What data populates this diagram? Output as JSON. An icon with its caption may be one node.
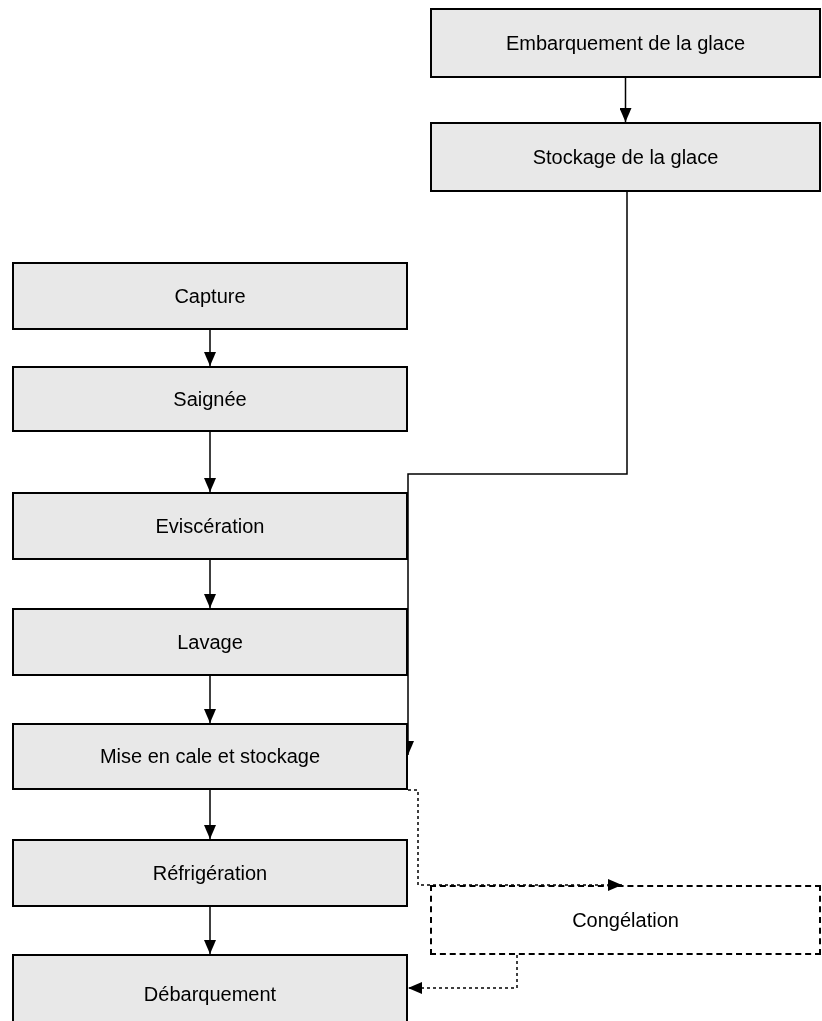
{
  "diagram": {
    "nodes": [
      {
        "text": [
          "Embarquement de la glace"
        ]
      },
      {
        "text": [
          "Stockage de la glace"
        ]
      },
      {
        "text": [
          "Capture"
        ]
      },
      {
        "text": [
          "Saignée"
        ]
      },
      {
        "text": [
          "Eviscération"
        ]
      },
      {
        "text": [
          "Lavage"
        ]
      },
      {
        "text": [
          "Mise en cale et stockage"
        ]
      },
      {
        "text": [
          "Réfrigération"
        ]
      },
      {
        "text": [
          "Congélation"
        ]
      },
      {
        "text": [
          "Débarquement"
        ]
      }
    ],
    "edges": [
      {
        "from": 0,
        "to": 1,
        "arrow": "to"
      },
      {
        "from": 1,
        "to": 6,
        "arrow": "to"
      },
      {
        "from": 2,
        "to": 3,
        "arrow": "to"
      },
      {
        "from": 3,
        "to": 4,
        "arrow": "to"
      },
      {
        "from": 4,
        "to": 5,
        "arrow": "to"
      },
      {
        "from": 5,
        "to": 6,
        "arrow": "to"
      },
      {
        "from": 6,
        "to": 7,
        "arrow": "to"
      },
      {
        "from": 7,
        "to": 9,
        "arrow": "to"
      },
      {
        "from": 6,
        "to": 8,
        "arrow": "to",
        "style": "dashed"
      },
      {
        "from": 8,
        "to": 9,
        "arrow": "to",
        "style": "dashed"
      }
    ]
  }
}
